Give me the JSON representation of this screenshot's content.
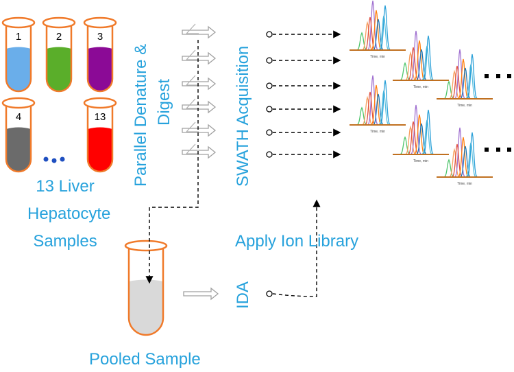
{
  "samples": {
    "tubes": [
      {
        "label": "1",
        "color": "#6aaeea"
      },
      {
        "label": "2",
        "color": "#5aae2a"
      },
      {
        "label": "3",
        "color": "#8b0a96"
      },
      {
        "label": "4",
        "color": "#6b6b6b"
      },
      {
        "label": "13",
        "color": "#ff0000"
      }
    ],
    "ellipsis": "…",
    "caption_lines": [
      "13 Liver",
      "Hepatocyte",
      "Samples"
    ]
  },
  "steps": {
    "denature_line1": "Parallel  Denature  &",
    "denature_line2": "Digest",
    "swath": "SWATH Acquisition",
    "apply_library": "Apply  Ion  Library",
    "ida": "IDA",
    "pooled": "Pooled  Sample"
  },
  "chromatogram": {
    "axis_label": "Time, min",
    "peak_colors": [
      "#4cc46a",
      "#f7a060",
      "#a070d0",
      "#e05040",
      "#ff7f0e",
      "#1f77b4",
      "#5bc0de",
      "#2aa0d8"
    ]
  },
  "colors": {
    "text": "#27a2dc",
    "tube_outline": "#f07a2a",
    "pooled_fill": "#d9d9d9",
    "dots": "#1f4fc0"
  }
}
